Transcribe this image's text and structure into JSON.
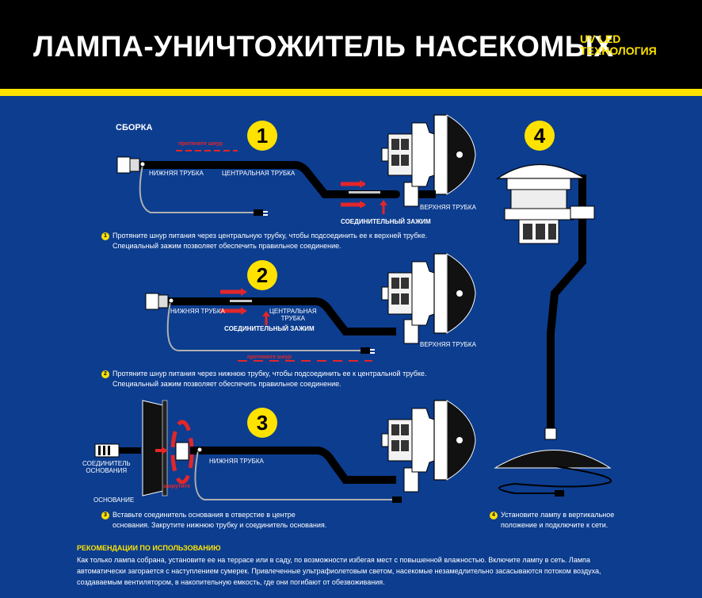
{
  "header": {
    "title": "ЛАМПА-УНИЧТОЖИТЕЛЬ НАСЕКОМЫХ",
    "badge_line1": "UV LED",
    "badge_line2": "ТЕХНОЛОГИЯ"
  },
  "section_title": "СБОРКА",
  "steps": [
    {
      "number": "1",
      "labels": {
        "lower_tube": "НИЖНЯЯ ТРУБКА",
        "central_tube": "ЦЕНТРАЛЬНАЯ ТРУБКА",
        "upper_tube": "ВЕРХНЯЯ ТРУБКА",
        "clamp": "СОЕДИНИТЕЛЬНЫЙ ЗАЖИМ",
        "red_note": "протяните шнур"
      },
      "text_line1": "Протяните шнур питания через центральную трубку, чтобы подсоединить ее к верхней трубке.",
      "text_line2": "Специальный зажим позволяет обеспечить правильное соединение."
    },
    {
      "number": "2",
      "labels": {
        "lower_tube": "НИЖНЯЯ ТРУБКА",
        "central_tube_1": "ЦЕНТРАЛЬНАЯ",
        "central_tube_2": "ТРУБКА",
        "upper_tube": "ВЕРХНЯЯ ТРУБКА",
        "clamp": "СОЕДИНИТЕЛЬНЫЙ ЗАЖИМ",
        "red_note": "протяните шнур"
      },
      "text_line1": "Протяните шнур питания через нижнюю трубку, чтобы подсоединить ее к центральной трубке.",
      "text_line2": "Специальный зажим позволяет обеспечить правильное соединение."
    },
    {
      "number": "3",
      "labels": {
        "base_connector_1": "СОЕДИНИТЕЛЬ",
        "base_connector_2": "ОСНОВАНИЯ",
        "base": "ОСНОВАНИЕ",
        "lower_tube": "НИЖНЯЯ ТРУБКА",
        "red_note": "закрутите"
      },
      "text_line1": "Вставьте соединитель основания в отверстие в центре",
      "text_line2": "основания. Закрутите нижнюю трубку и соединитель основания."
    },
    {
      "number": "4",
      "text_line1": "Установите лампу в вертикальное",
      "text_line2": "положение и подключите к сети."
    }
  ],
  "recommendations": {
    "title": "РЕКОМЕНДАЦИИ ПО ИСПОЛЬЗОВАНИЮ",
    "text": "Как только лампа собрана, установите ее на террасе или в саду, по возможности избегая мест с повышенной влажностью. Включите лампу в сеть. Лампа автоматически загорается с наступлением сумерек. Привлеченные ультрафиолетовым светом, насекомые незамедлительно засасываются потоком воздуха, создаваемым вентилятором, в накопительную емкость, где они погибают от обезвоживания."
  },
  "colors": {
    "background": "#0c3d8f",
    "accent": "#ffe200",
    "header": "#000000",
    "arrow": "#e3262a"
  }
}
